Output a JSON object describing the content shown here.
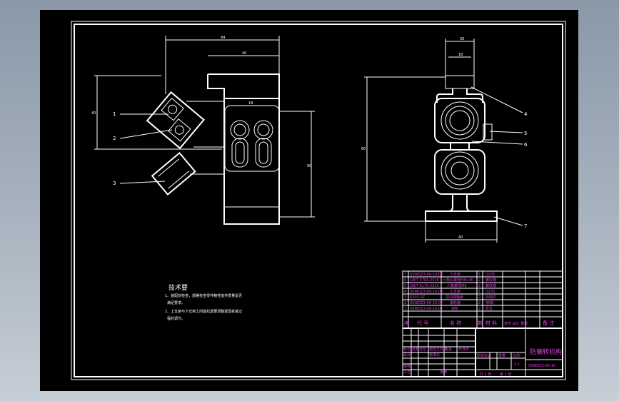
{
  "colors": {
    "background": "#9aa6b4",
    "sheet": "#000000",
    "line": "#ffffff",
    "accent": "#e040e0"
  },
  "drawing": {
    "left_view_dims": {
      "top": "84",
      "top2": "40",
      "left_vert": "40",
      "bolt_pitch": "18",
      "right_vert": "90"
    },
    "right_view_dims": {
      "top": "30",
      "top2": "18",
      "left_vert": "80",
      "bottom": "40"
    },
    "balloons_left": [
      "1",
      "2",
      "3"
    ],
    "balloons_right": [
      "4",
      "5",
      "6",
      "7"
    ],
    "notes": {
      "heading": "技术要",
      "line1": "1、装配前检查，部署检查零件精性能件质量是否",
      "line1b": "满足要求。",
      "line2": "2、上支架与下支架之间能松紧要调整紧固拆装过",
      "line2b": "程的调节。"
    }
  },
  "bom": {
    "rows": [
      {
        "no": "7",
        "code": "SSWDZ3-00-10-04",
        "name": "下支架",
        "qty": "1",
        "mat": "Q235"
      },
      {
        "no": "6",
        "code": "GB/T 5783-2016",
        "name": "六角头螺栓M8×30",
        "qty": "2",
        "mat": "螺纹钢"
      },
      {
        "no": "5",
        "code": "GB/T 6170-2015",
        "name": "六角螺母M8",
        "qty": "2",
        "mat": "螺纹钢"
      },
      {
        "no": "4",
        "code": "SSWDZ3-00-10-03",
        "name": "上支架",
        "qty": "1",
        "mat": "Q235"
      },
      {
        "no": "3",
        "code": "6203-2Z",
        "name": "深沟球轴承",
        "qty": "2",
        "mat": "外购件"
      },
      {
        "no": "2",
        "code": "SSWDZ3-00-10-02",
        "name": "滚轮轴",
        "qty": "2",
        "mat": "45钢"
      },
      {
        "no": "1",
        "code": "SSWDZ3-00-10-01",
        "name": "滚轮",
        "qty": "2",
        "mat": "尼龙"
      }
    ],
    "header": {
      "no": "序",
      "code": "代 号",
      "name": "名 称",
      "qty": "数",
      "mat": "材 料",
      "weight": "单件 总计 重量",
      "note": "备 注"
    }
  },
  "title_block": {
    "part_name": "防偏转机构",
    "drawing_no": "SSWDZ3-00-10",
    "stage": "阶段标记",
    "weight": "重量",
    "scale": "比例",
    "scale_value": "1:1",
    "sheets": "共 1 张",
    "sheet": "第 1 张",
    "roles": [
      "标记",
      "处数",
      "分区",
      "更改文件号",
      "签名",
      "年月日",
      "设计",
      "标准化",
      "审核",
      "工艺",
      "批准"
    ]
  }
}
